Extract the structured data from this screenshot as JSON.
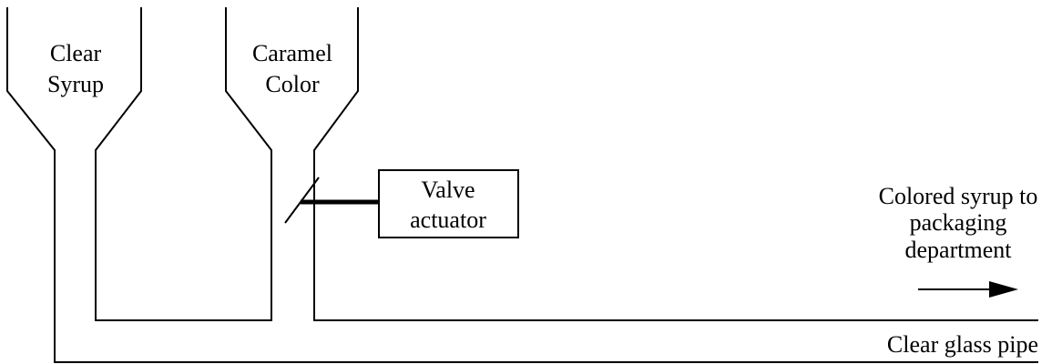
{
  "hoppers": [
    {
      "id": "clear-syrup",
      "lines": [
        "Clear",
        "Syrup"
      ]
    },
    {
      "id": "caramel-color",
      "lines": [
        "Caramel",
        "Color"
      ]
    }
  ],
  "valve_actuator": {
    "lines": [
      "Valve",
      "actuator"
    ]
  },
  "output": {
    "lines": [
      "Colored syrup to",
      "packaging",
      "department"
    ]
  },
  "pipe": {
    "label": "Clear glass pipe"
  }
}
